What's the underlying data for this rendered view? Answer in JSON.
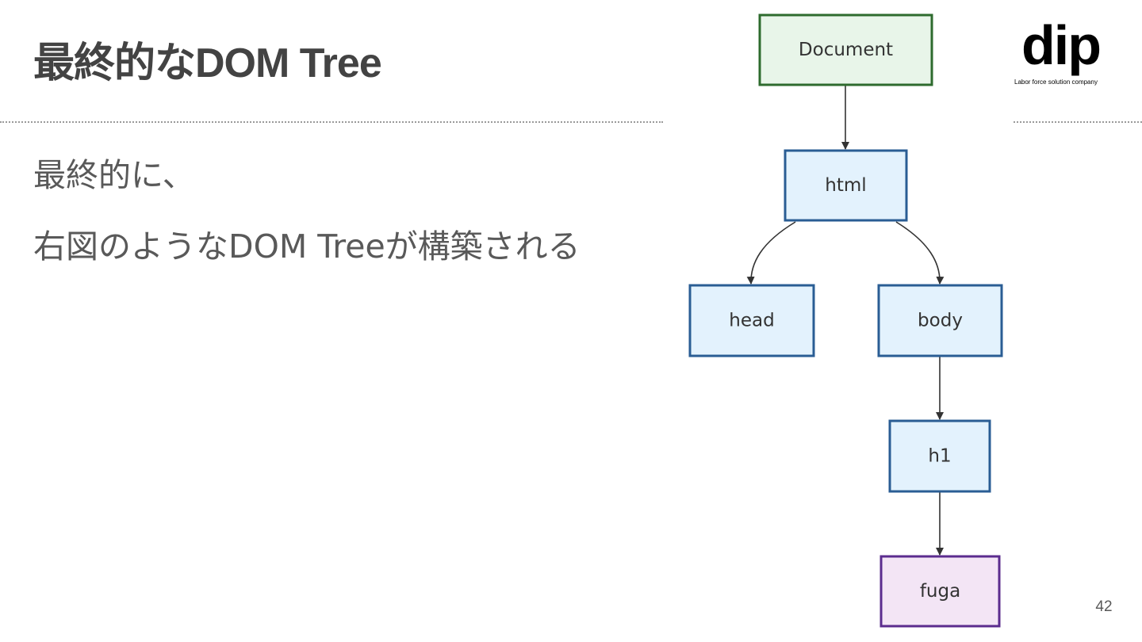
{
  "slide": {
    "title": "最終的なDOM Tree",
    "body_lines": [
      "最終的に、",
      "右図のようなDOM Treeが構築される"
    ],
    "page_number": "42"
  },
  "logo": {
    "wordmark": "dip",
    "tagline": "Labor force solution company"
  },
  "diagram": {
    "nodes": [
      {
        "id": "document",
        "label": "Document",
        "fill": "#e8f5e9",
        "stroke": "#2e6b2e"
      },
      {
        "id": "html",
        "label": "html",
        "fill": "#e3f2fd",
        "stroke": "#2a5d94"
      },
      {
        "id": "head",
        "label": "head",
        "fill": "#e3f2fd",
        "stroke": "#2a5d94"
      },
      {
        "id": "body",
        "label": "body",
        "fill": "#e3f2fd",
        "stroke": "#2a5d94"
      },
      {
        "id": "h1",
        "label": "h1",
        "fill": "#e3f2fd",
        "stroke": "#2a5d94"
      },
      {
        "id": "fuga",
        "label": "fuga",
        "fill": "#f3e5f5",
        "stroke": "#5b2c8e"
      }
    ],
    "edges": [
      {
        "from": "document",
        "to": "html"
      },
      {
        "from": "html",
        "to": "head"
      },
      {
        "from": "html",
        "to": "body"
      },
      {
        "from": "body",
        "to": "h1"
      },
      {
        "from": "h1",
        "to": "fuga"
      }
    ]
  },
  "colors": {
    "title": "#434343",
    "body_text": "#595959",
    "divider": "#9a9a9a",
    "edge": "#333333"
  }
}
